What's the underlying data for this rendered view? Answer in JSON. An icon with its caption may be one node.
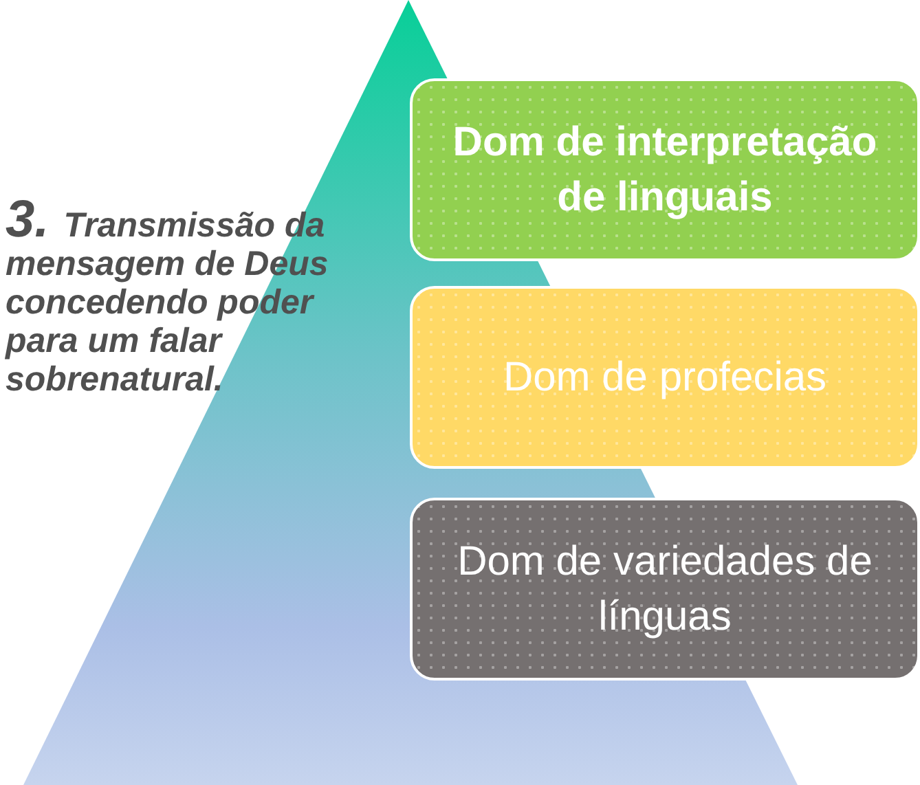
{
  "diagram": {
    "nodes": [
      {
        "text": [],
        "shape": "triangle"
      },
      {
        "text": [
          "Dom de interpretação de linguais"
        ]
      },
      {
        "text": [
          "Dom de profecias"
        ]
      },
      {
        "text": [
          "Dom de variedades de línguas"
        ]
      }
    ],
    "labels": [
      "3. Transmissão da mensagem de Deus concedendo poder para um falar sobrenatural."
    ]
  }
}
